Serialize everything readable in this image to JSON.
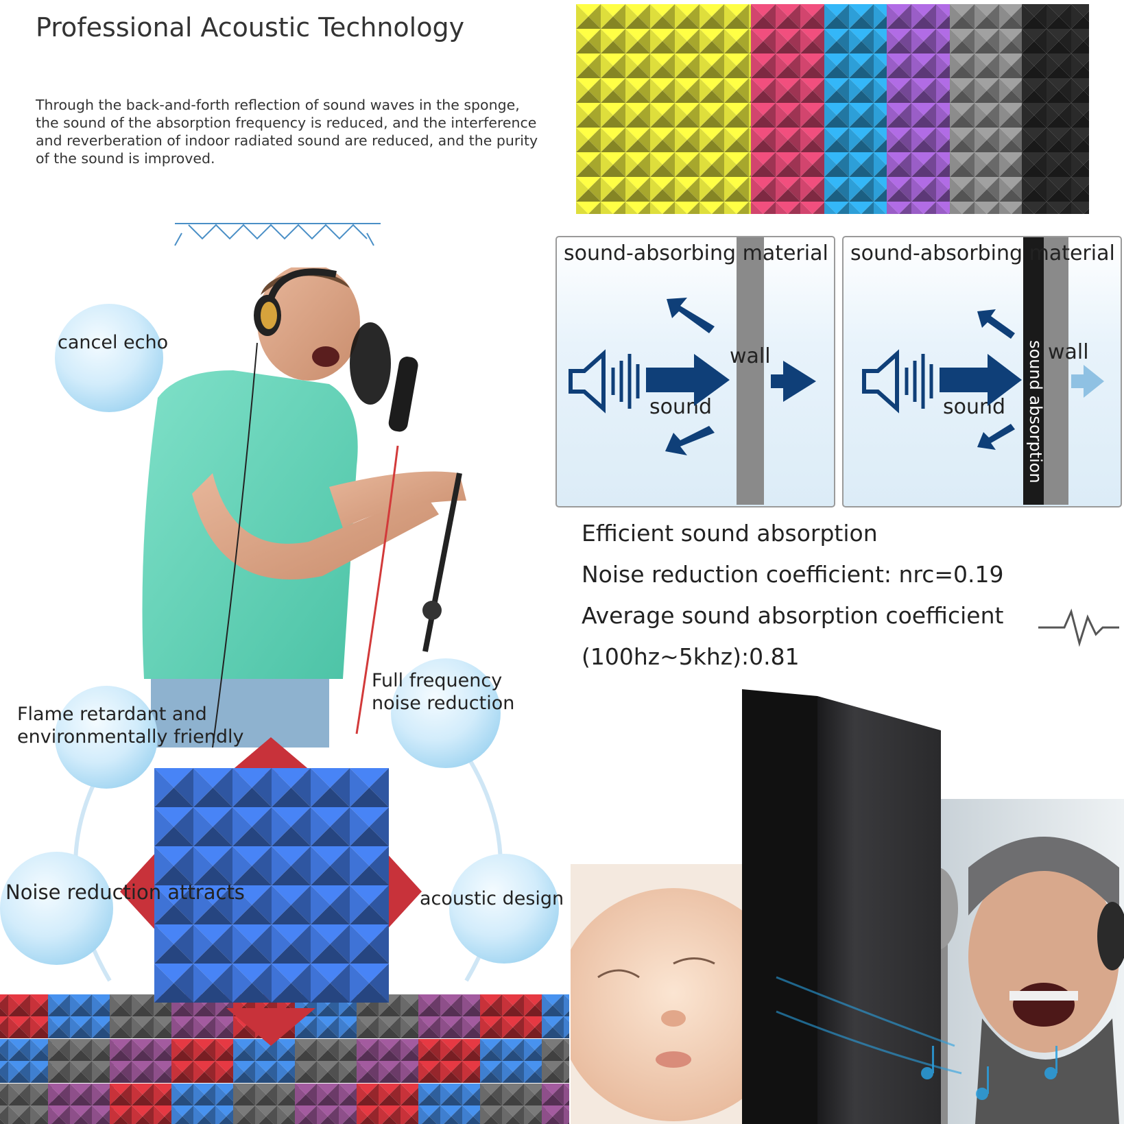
{
  "header": {
    "title": "Professional Acoustic Technology",
    "intro_lines": [
      "Through the back-and-forth reflection of sound waves in the sponge,",
      "the sound of the absorption frequency is reduced, and the interference",
      "and reverberation of indoor radiated sound are reduced, and the purity",
      "of the sound is improved."
    ]
  },
  "swatches": [
    {
      "color": "#dede3c"
    },
    {
      "color": "#d2456e"
    },
    {
      "color": "#2d9fd8"
    },
    {
      "color": "#9a5ec7"
    },
    {
      "color": "#8c8c8c"
    },
    {
      "color": "#2a2a2a"
    }
  ],
  "diagrams": [
    {
      "title": "sound-absorbing material",
      "wall": "wall",
      "sound": "sound"
    },
    {
      "title": "sound-absorbing material",
      "wall": "wall",
      "sound": "sound",
      "absorption": "sound absorption"
    }
  ],
  "specs": {
    "line1": "Efficient sound absorption",
    "line2": "Noise reduction coefficient: nrc=0.19",
    "line3": "Average sound absorption coefficient",
    "line4": "(100hz~5khz):0.81"
  },
  "features": {
    "cancel_echo": "cancel echo",
    "full_frequency": [
      "Full frequency",
      "noise reduction"
    ],
    "flame_retardant": [
      "Flame retardant and",
      "environmentally friendly"
    ],
    "noise_reduction": "Noise reduction attracts",
    "acoustic_design": "acoustic design"
  },
  "colors": {
    "arrow": "#0f3f78",
    "arrow_light": "#8fc1e3",
    "wall": "#8a8a8a",
    "absorber": "#1a1a1a",
    "foam_blue": "#3f73d6",
    "foam_red": "#c8323a",
    "panel_dark": "#2b2b2d"
  }
}
